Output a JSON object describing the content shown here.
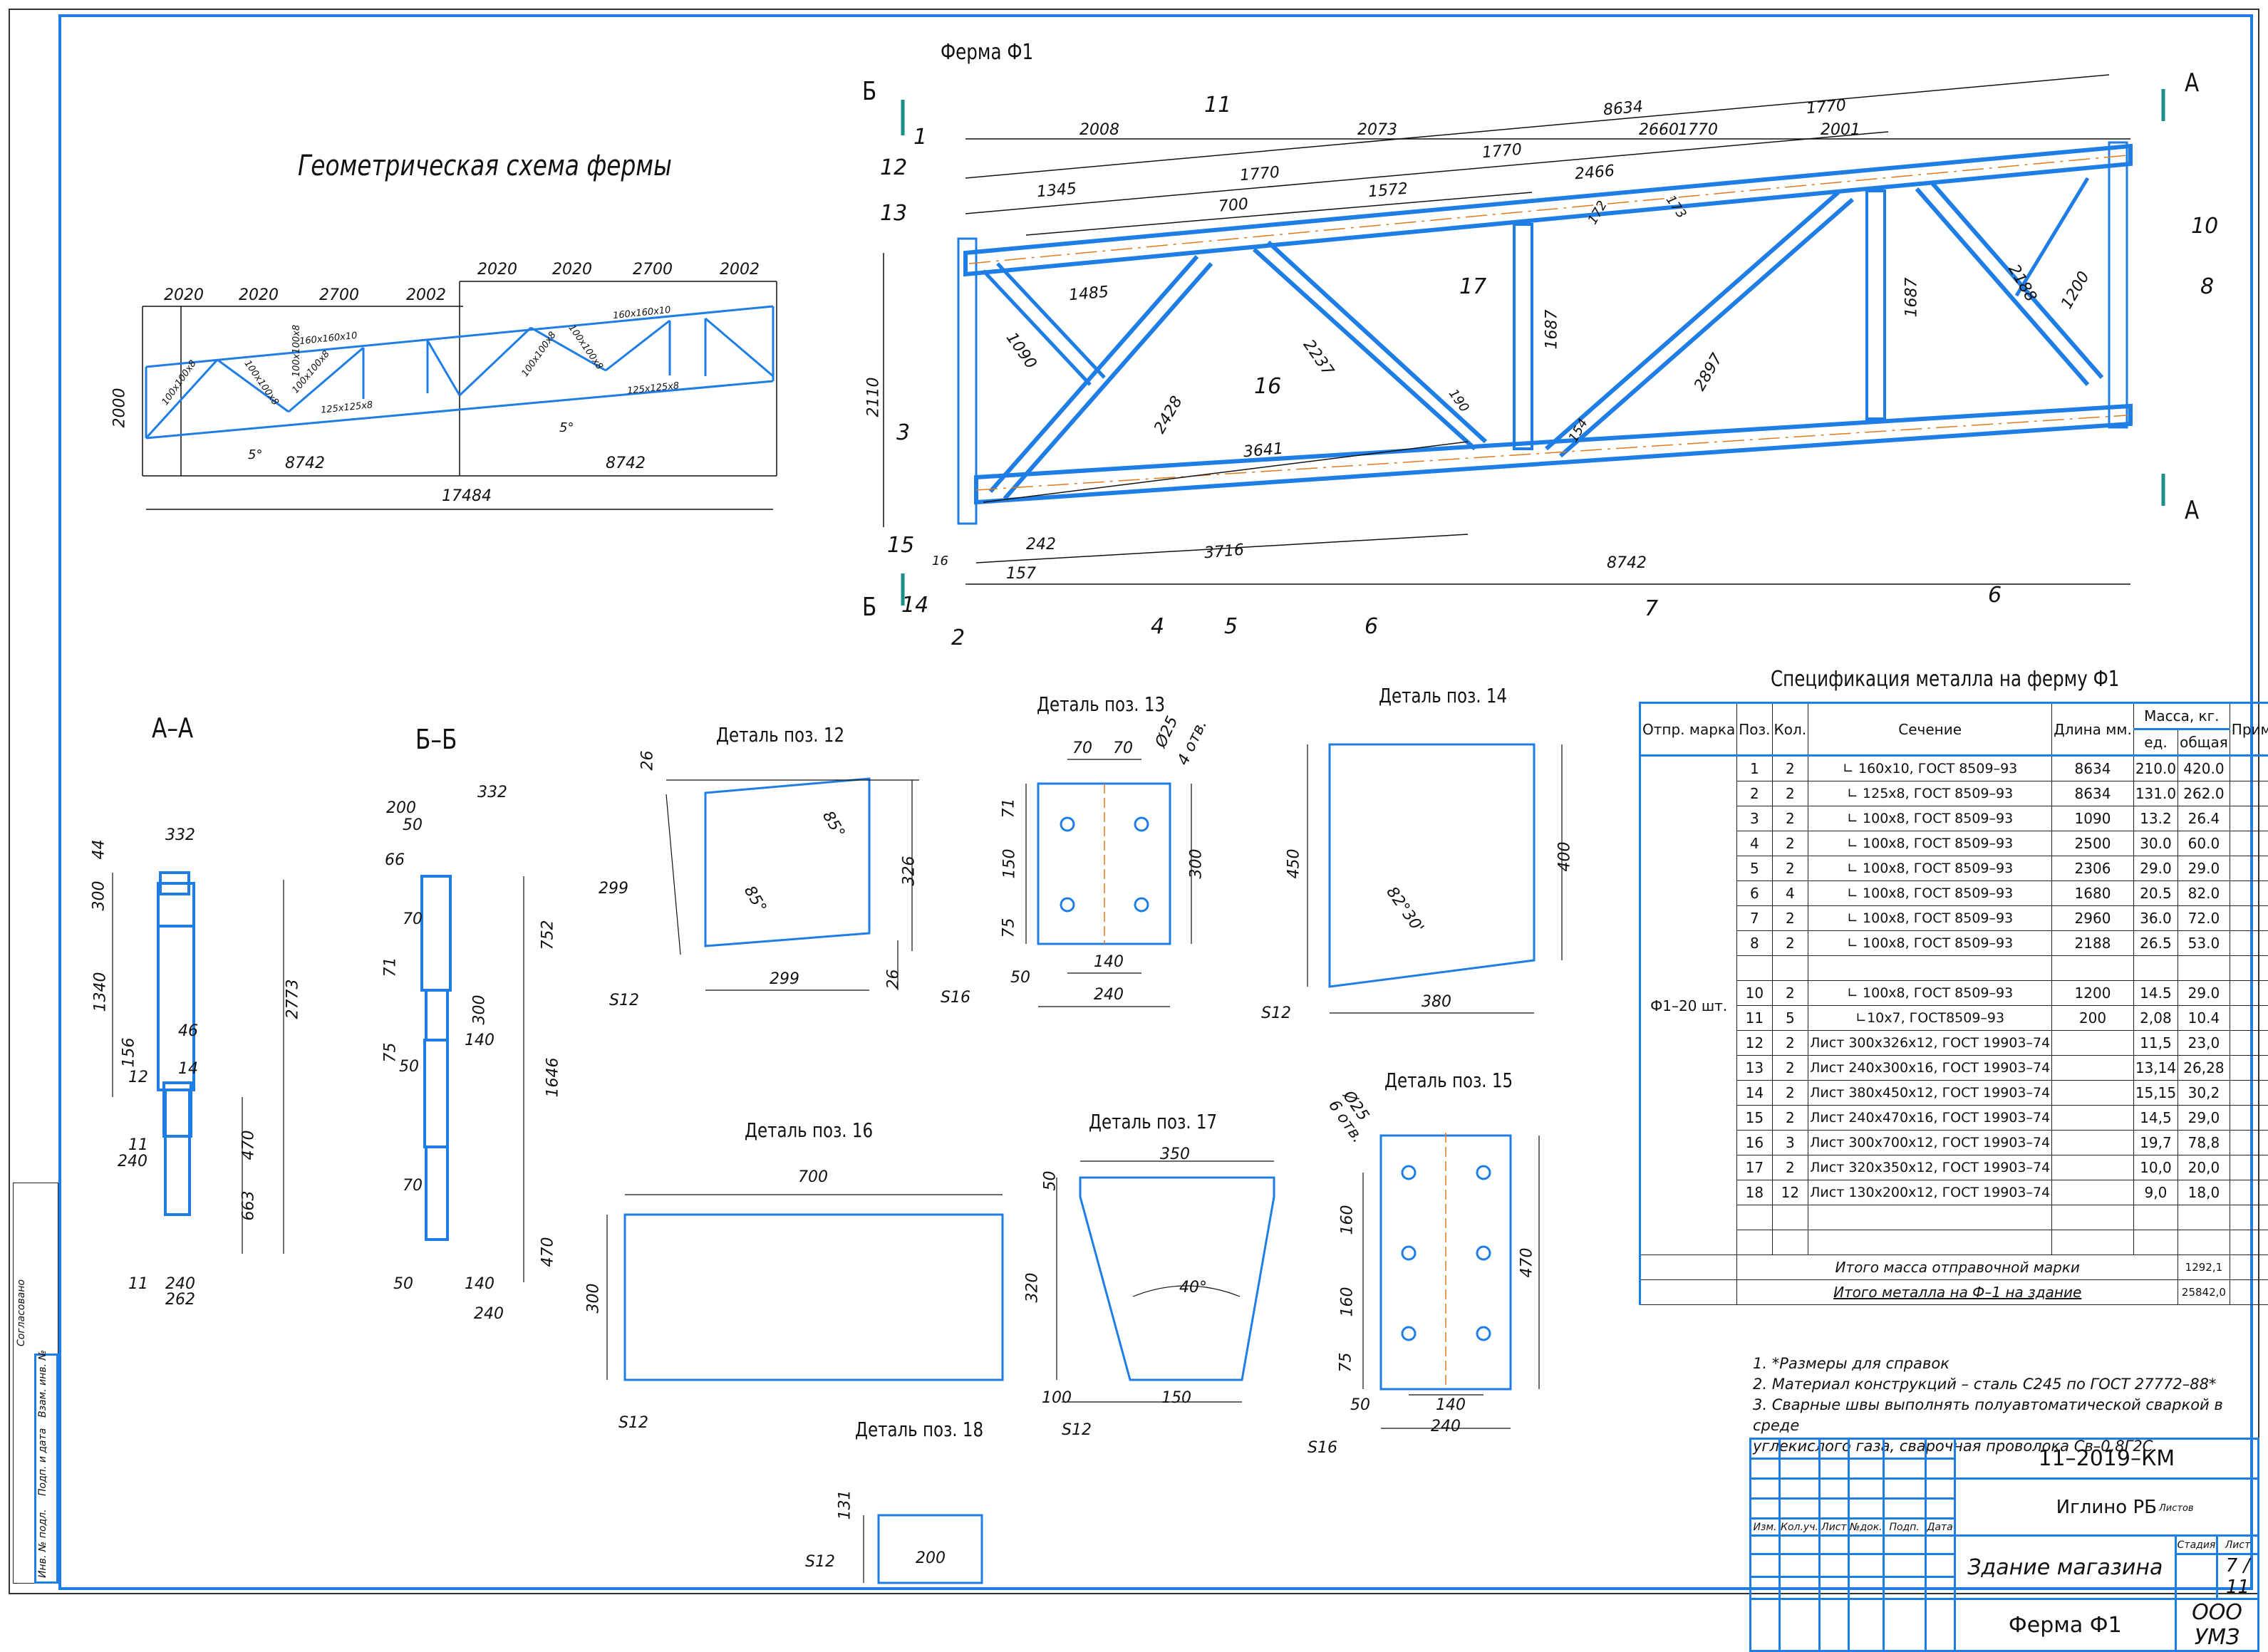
{
  "sheet": {
    "geometry_title": "Геометрическая схема фермы",
    "truss_title": "Ферма Ф1",
    "section_aa_title": "А–А",
    "section_bb_title": "Б–Б",
    "section_marks": {
      "a": "А",
      "b": "Б"
    }
  },
  "geometry_scheme": {
    "panels_left": [
      "2020",
      "2020",
      "2700",
      "2002"
    ],
    "panels_right": [
      "2020",
      "2020",
      "2700",
      "2002"
    ],
    "height": "2000",
    "half_spans": [
      "8742",
      "8742"
    ],
    "total_span": "17484",
    "slope": "5°",
    "member_labels": [
      "100x100x8",
      "100x100x8",
      "100x100x8",
      "100x100x8",
      "160x160x10",
      "125x125x8",
      "100x100x8",
      "100x100x8",
      "160x160x10",
      "125x125x8"
    ]
  },
  "truss": {
    "top_dims": [
      "2008",
      "2073",
      "8634",
      "2660",
      "1770",
      "1770",
      "2001"
    ],
    "inner_dims": [
      "1345",
      "1770",
      "1572",
      "700",
      "2466",
      "1770",
      "172",
      "173"
    ],
    "member_dims": [
      "1485",
      "1090",
      "2428",
      "2237",
      "190",
      "1687",
      "2897",
      "1687",
      "2188",
      "1200",
      "154",
      "3641",
      "242",
      "157",
      "16",
      "3716",
      "8742",
      "2110"
    ],
    "position_callouts": [
      "1",
      "11",
      "12",
      "13",
      "17",
      "10",
      "8",
      "3",
      "16",
      "15",
      "14",
      "2",
      "4",
      "5",
      "6",
      "7",
      "6"
    ]
  },
  "section_aa": {
    "dims": [
      "332",
      "44",
      "300",
      "1340",
      "156",
      "46",
      "14",
      "12",
      "2773",
      "470",
      "11",
      "240",
      "663",
      "11",
      "240",
      "262"
    ]
  },
  "section_bb": {
    "dims": [
      "332",
      "200",
      "50",
      "66",
      "70",
      "752",
      "71",
      "300",
      "140",
      "75",
      "50",
      "1646",
      "70",
      "470",
      "50",
      "140",
      "240"
    ]
  },
  "details": [
    {
      "title": "Деталь поз. 12",
      "dims": [
        "26",
        "299",
        "326",
        "85°",
        "85°",
        "299",
        "26"
      ],
      "weld": "S12"
    },
    {
      "title": "Деталь поз. 13",
      "dims": [
        "70",
        "70",
        "Ø25",
        "4 отв.",
        "71",
        "150",
        "75",
        "300",
        "140",
        "50",
        "240"
      ],
      "weld": "S16"
    },
    {
      "title": "Деталь поз. 14",
      "dims": [
        "450",
        "400",
        "82°30'",
        "380"
      ],
      "weld": "S12"
    },
    {
      "title": "Деталь поз. 15",
      "dims": [
        "Ø25",
        "6 отв.",
        "160",
        "160",
        "75",
        "470",
        "50",
        "140",
        "240"
      ],
      "weld": "S16"
    },
    {
      "title": "Деталь поз. 16",
      "dims": [
        "700",
        "300"
      ],
      "weld": "S12"
    },
    {
      "title": "Деталь поз. 17",
      "dims": [
        "350",
        "50",
        "320",
        "40°",
        "100",
        "150"
      ],
      "weld": "S12"
    },
    {
      "title": "Деталь поз. 18",
      "dims": [
        "131",
        "200"
      ],
      "weld": "S12"
    }
  ],
  "spec": {
    "title": "Спецификация металла на ферму Ф1",
    "headers": {
      "mark": "Отпр. марка",
      "pos": "Поз.",
      "qty": "Кол.",
      "section": "Сечение",
      "length": "Длина мм.",
      "mass": "Масса, кг.",
      "mass_unit": "ед.",
      "mass_total": "общая",
      "note": "Приме-чание"
    },
    "mark_value": "Ф1–20 шт.",
    "rows": [
      {
        "pos": "1",
        "qty": "2",
        "section": "∟ 160x10, ГОСТ 8509–93",
        "length": "8634",
        "unit": "210.0",
        "total": "420.0"
      },
      {
        "pos": "2",
        "qty": "2",
        "section": "∟ 125x8, ГОСТ 8509–93",
        "length": "8634",
        "unit": "131.0",
        "total": "262.0"
      },
      {
        "pos": "3",
        "qty": "2",
        "section": "∟ 100x8, ГОСТ 8509–93",
        "length": "1090",
        "unit": "13.2",
        "total": "26.4"
      },
      {
        "pos": "4",
        "qty": "2",
        "section": "∟ 100x8, ГОСТ 8509–93",
        "length": "2500",
        "unit": "30.0",
        "total": "60.0"
      },
      {
        "pos": "5",
        "qty": "2",
        "section": "∟ 100x8, ГОСТ 8509–93",
        "length": "2306",
        "unit": "29.0",
        "total": "29.0"
      },
      {
        "pos": "6",
        "qty": "4",
        "section": "∟ 100x8, ГОСТ 8509–93",
        "length": "1680",
        "unit": "20.5",
        "total": "82.0"
      },
      {
        "pos": "7",
        "qty": "2",
        "section": "∟ 100x8, ГОСТ 8509–93",
        "length": "2960",
        "unit": "36.0",
        "total": "72.0"
      },
      {
        "pos": "8",
        "qty": "2",
        "section": "∟ 100x8, ГОСТ 8509–93",
        "length": "2188",
        "unit": "26.5",
        "total": "53.0"
      },
      {
        "pos": "",
        "qty": "",
        "section": "",
        "length": "",
        "unit": "",
        "total": ""
      },
      {
        "pos": "10",
        "qty": "2",
        "section": "∟ 100x8, ГОСТ 8509–93",
        "length": "1200",
        "unit": "14.5",
        "total": "29.0"
      },
      {
        "pos": "11",
        "qty": "5",
        "section": "∟10x7, ГОСТ8509–93",
        "length": "200",
        "unit": "2,08",
        "total": "10.4"
      },
      {
        "pos": "12",
        "qty": "2",
        "section": "Лист 300x326x12, ГОСТ 19903–74",
        "length": "",
        "unit": "11,5",
        "total": "23,0"
      },
      {
        "pos": "13",
        "qty": "2",
        "section": "Лист 240x300x16, ГОСТ 19903–74",
        "length": "",
        "unit": "13,14",
        "total": "26,28"
      },
      {
        "pos": "14",
        "qty": "2",
        "section": "Лист 380x450x12, ГОСТ 19903–74",
        "length": "",
        "unit": "15,15",
        "total": "30,2"
      },
      {
        "pos": "15",
        "qty": "2",
        "section": "Лист 240x470x16, ГОСТ 19903–74",
        "length": "",
        "unit": "14,5",
        "total": "29,0"
      },
      {
        "pos": "16",
        "qty": "3",
        "section": "Лист 300x700x12, ГОСТ 19903–74",
        "length": "",
        "unit": "19,7",
        "total": "78,8"
      },
      {
        "pos": "17",
        "qty": "2",
        "section": "Лист 320x350x12, ГОСТ 19903–74",
        "length": "",
        "unit": "10,0",
        "total": "20,0"
      },
      {
        "pos": "18",
        "qty": "12",
        "section": "Лист 130x200x12, ГОСТ 19903–74",
        "length": "",
        "unit": "9,0",
        "total": "18,0"
      }
    ],
    "total_mark_label": "Итого масса отправочной марки",
    "total_mark_value": "1292,1",
    "total_building_label": "Итого металла на Ф–1 на здание",
    "total_building_value": "25842,0"
  },
  "notes": [
    "1. *Размеры для справок",
    "2. Материал конструкций – сталь С245 по ГОСТ 27772–88*",
    "3. Сварные швы выполнять полуавтоматической сваркой в среде",
    "углекислого газа, сварочная проволока Св–0,8Г2С."
  ],
  "stamp": {
    "code": "11–2019–КМ",
    "location": "Иглино РБ",
    "object": "Здание магазина",
    "drawing": "Ферма Ф1",
    "company": "ООО УМЗ",
    "stage_label": "Стадия",
    "sheet_label": "Лист",
    "sheets_label": "Листов",
    "stage_value": "",
    "sheet_value": "7",
    "sheets_value": "11",
    "rev_headers": [
      "Изм.",
      "Кол.уч.",
      "Лист",
      "№док.",
      "Подп.",
      "Дата"
    ]
  },
  "side_stamp": {
    "agreed": "Согласовано",
    "labels": [
      "Взам. инв. №",
      "Подп. и дата",
      "Инв. № подл."
    ]
  },
  "colors": {
    "frame": "#1e7ee6",
    "axis": "#e07a1a",
    "section_mark": "#1a8f8a",
    "line": "#111111"
  }
}
